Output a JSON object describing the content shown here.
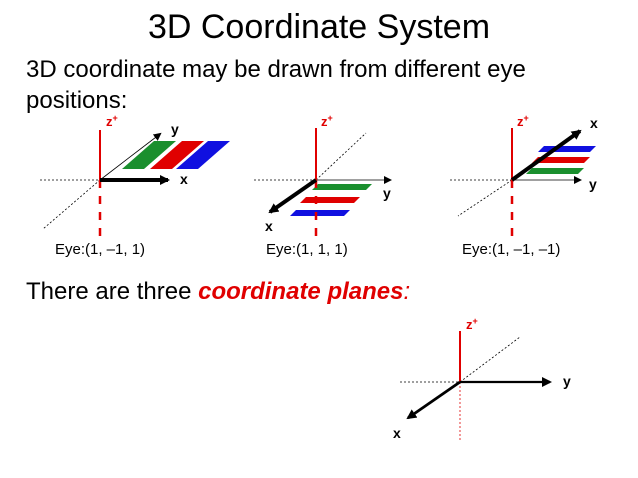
{
  "title": "3D Coordinate System",
  "intro": "3D coordinate may be drawn from different eye positions:",
  "planes_text": {
    "prefix": "There are three ",
    "highlight": "coordinate planes",
    "suffix": ":"
  },
  "figures": [
    {
      "eye": "Eye:(1, –1, 1)",
      "labels": {
        "z": "z",
        "z_sup": "+",
        "x": "x",
        "y": "y"
      }
    },
    {
      "eye": "Eye:(1, 1, 1)",
      "labels": {
        "z": "z",
        "z_sup": "+",
        "x": "x",
        "y": "y"
      }
    },
    {
      "eye": "Eye:(1, –1, –1)",
      "labels": {
        "z": "z",
        "z_sup": "+",
        "x": "x",
        "y": "y"
      }
    },
    {
      "labels": {
        "z": "z",
        "z_sup": "+",
        "x": "x",
        "y": "y"
      }
    }
  ],
  "colors": {
    "axis_black": "#000000",
    "z_red": "#e00000",
    "stripe_green": "#1a8f2e",
    "stripe_red": "#e00000",
    "stripe_blue": "#1010e0"
  }
}
